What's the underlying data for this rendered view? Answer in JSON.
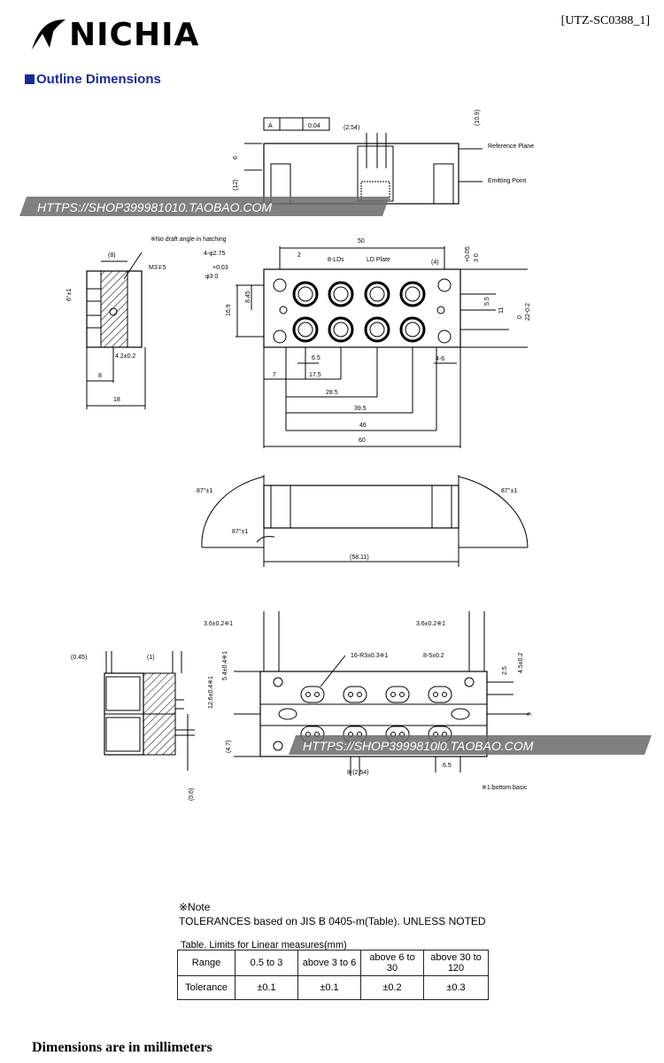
{
  "header": {
    "logo_text": "NICHIA",
    "doc_code": "[UTZ-SC0388_1]"
  },
  "section": {
    "title": "Outline Dimensions"
  },
  "watermarks": [
    "HTTPS://SHOP399981010.TAOBAO.COM",
    "HTTPS://SHOP3999810l0.TAOBAO.COM"
  ],
  "top_view": {
    "labels": [
      "A",
      "0.04",
      "(2.54)",
      "(10.9)",
      "Reference Plane",
      "Emitting Point",
      "6",
      "(12)"
    ]
  },
  "front_view": {
    "labels": {
      "overall": "50",
      "holes": "4-φ2.75",
      "pitch2": "2",
      "lds": "8-LDs",
      "ld_plate": "LD Plate",
      "dim4": "(4)",
      "tol_a": "+0.05",
      "tol_a2": "3 0",
      "tol_b": "+0.03",
      "phi3": "φ3 0",
      "d845": "8.45",
      "d169": "16.9",
      "d55": "5.5",
      "d11": "11",
      "d22": "0",
      "d22b": "22-0.2",
      "d65": "6.5",
      "d7": "7",
      "d175": "17.5",
      "d285": "28.5",
      "d395": "39.5",
      "d46": "46",
      "d60": "60",
      "d46b": "4-6"
    }
  },
  "side_view": {
    "labels": {
      "note": "※No draft angle in hatching",
      "d8p": "(8)",
      "m3": "M3∓5",
      "ang": "6°±1",
      "d42": "4.2±0.2",
      "d8": "8",
      "d18": "18"
    }
  },
  "bottom_view": {
    "labels": {
      "a1": "87°±1",
      "a2": "87°±1",
      "a3": "87°±1",
      "len": "(58.11)"
    }
  },
  "lower_view": {
    "labels": {
      "d36a": "3.6±0.2※1",
      "d36b": "3.6±0.2※1",
      "d045": "(0.45)",
      "d1": "(1)",
      "r3": "16-R3±0.3※1",
      "s5": "8-5±0.2",
      "d25": "2.5",
      "d45": "4.5±0.2",
      "d54": "5.4±0.4※1",
      "d126": "12.6±0.4※1",
      "d9": "9",
      "d47": "(4.7)",
      "d06": "(0.6)",
      "d254": "8-(2.54)",
      "d65": "6.5",
      "basic": "※1:bottom basic"
    }
  },
  "notes": {
    "mark": "※Note",
    "tolerances": "TOLERANCES based on JIS B 0405-m(Table). UNLESS NOTED",
    "table_caption": "Table. Limits for Linear measures(mm)"
  },
  "tolerance_table": {
    "header": [
      "Range",
      "0.5 to 3",
      "above 3 to 6",
      "above 6 to 30",
      "above 30 to 120"
    ],
    "row": [
      "Tolerance",
      "±0.1",
      "±0.1",
      "±0.2",
      "±0.3"
    ]
  },
  "footer": {
    "text": "Dimensions are in millimeters"
  }
}
